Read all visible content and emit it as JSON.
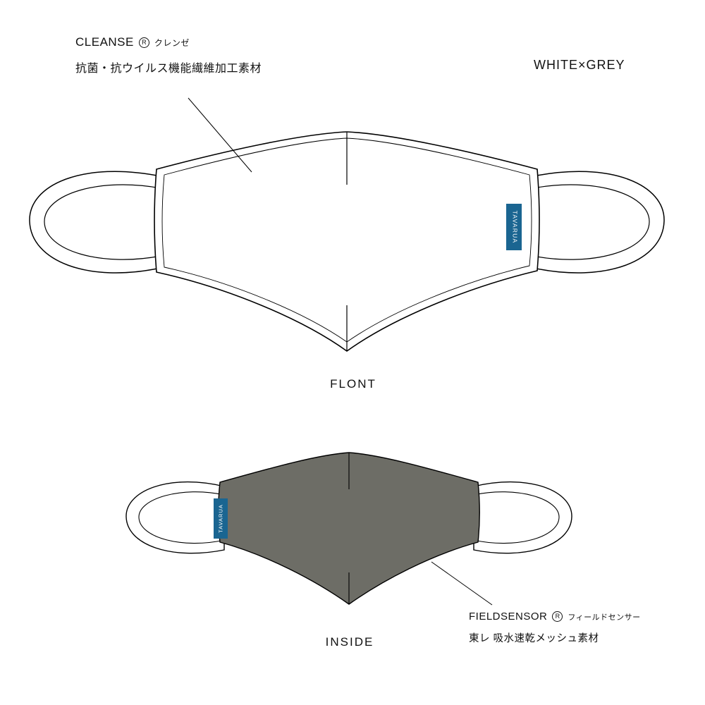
{
  "colorway": "WHITE×GREY",
  "front": {
    "label": "FLONT",
    "annotation": {
      "brand": "CLEANSE",
      "mark": "R",
      "kana": "クレンゼ",
      "description": "抗菌・抗ウイルス機能繊維加工素材"
    }
  },
  "inside": {
    "label": "INSIDE",
    "annotation": {
      "brand": "FIELDSENSOR",
      "mark": "R",
      "kana": "フィールドセンサー",
      "description": "東レ 吸水速乾メッシュ素材"
    }
  },
  "brand_tag": "TAVARUA",
  "colors": {
    "mask_front": "#ffffff",
    "mask_inside": "#6d6d66",
    "tag_blue": "#1a6591",
    "outline": "#000000"
  }
}
